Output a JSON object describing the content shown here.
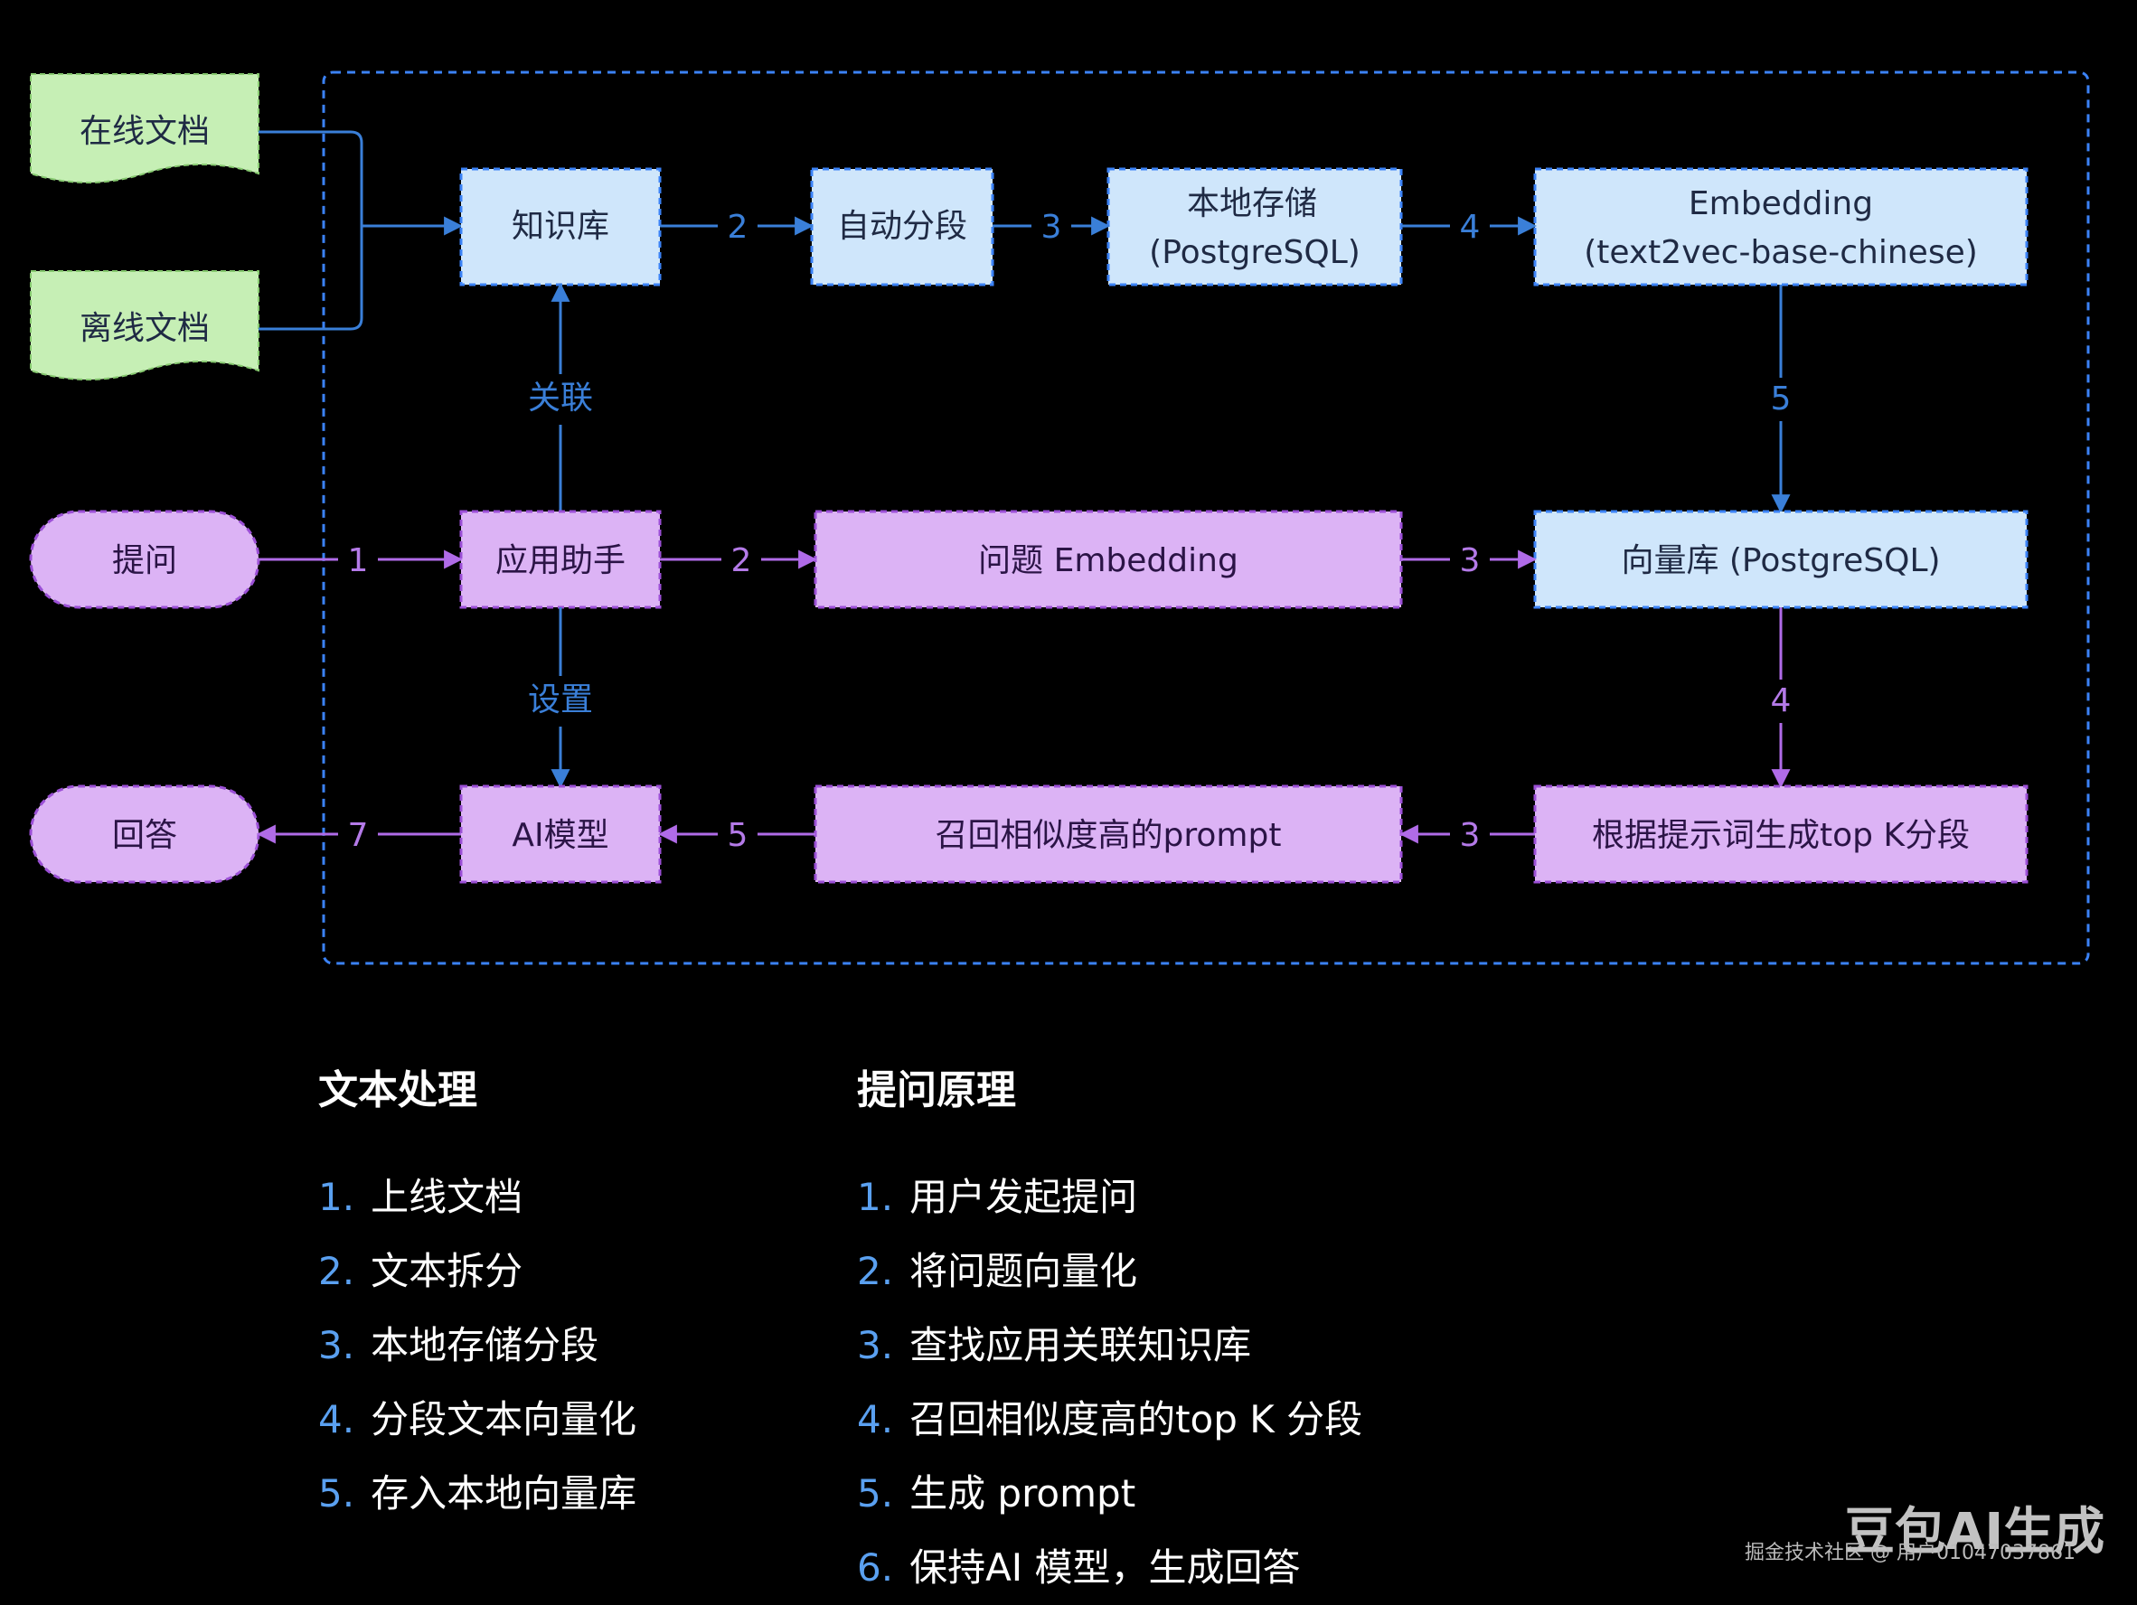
{
  "diagram": {
    "nodes": {
      "online_docs": "在线文档",
      "offline_docs": "离线文档",
      "knowledge_base": "知识库",
      "auto_segment": "自动分段",
      "local_storage_line1": "本地存储",
      "local_storage_line2": "(PostgreSQL)",
      "embedding_line1": "Embedding",
      "embedding_line2": "(text2vec-base-chinese)",
      "ask": "提问",
      "app_assistant": "应用助手",
      "question_embedding": "问题 Embedding",
      "vector_db": "向量库 (PostgreSQL)",
      "answer": "回答",
      "ai_model": "AI模型",
      "recall_prompt": "召回相似度高的prompt",
      "topk_segments": "根据提示词生成top K分段"
    },
    "edge_labels": {
      "kb_to_seg": "2",
      "seg_to_storage": "3",
      "storage_to_emb": "4",
      "emb_to_vector": "5",
      "link_label": "关联",
      "ask_to_app": "1",
      "app_to_qemb": "2",
      "qemb_to_vector": "3",
      "setting_label": "设置",
      "vector_to_topk": "4",
      "topk_to_recall": "3",
      "recall_to_ai": "5",
      "ai_to_answer": "7"
    },
    "colors": {
      "blue_node": "#cfe6fb",
      "blue_border": "#3b82f6",
      "purple_node": "#dcb3f5",
      "purple_border": "#9b4fd6",
      "green_node": "#c6efb5",
      "edge_blue": "#3a7fd8",
      "edge_purple": "#b06be8"
    }
  },
  "text_processing": {
    "title": "文本处理",
    "items": [
      {
        "num": "1.",
        "text": "上线文档"
      },
      {
        "num": "2.",
        "text": "文本拆分"
      },
      {
        "num": "3.",
        "text": "本地存储分段"
      },
      {
        "num": "4.",
        "text": "分段文本向量化"
      },
      {
        "num": "5.",
        "text": "存入本地向量库"
      }
    ]
  },
  "question_principle": {
    "title": "提问原理",
    "items": [
      {
        "num": "1.",
        "text": "用户发起提问"
      },
      {
        "num": "2.",
        "text": "将问题向量化"
      },
      {
        "num": "3.",
        "text": "查找应用关联知识库"
      },
      {
        "num": "4.",
        "text": "召回相似度高的top K 分段"
      },
      {
        "num": "5.",
        "text": "生成 prompt"
      },
      {
        "num": "6.",
        "text": "保持AI 模型，生成回答"
      }
    ]
  },
  "watermark": {
    "logo": "豆包AI生成",
    "sub": "掘金技术社区 @ 用户01047037861"
  }
}
